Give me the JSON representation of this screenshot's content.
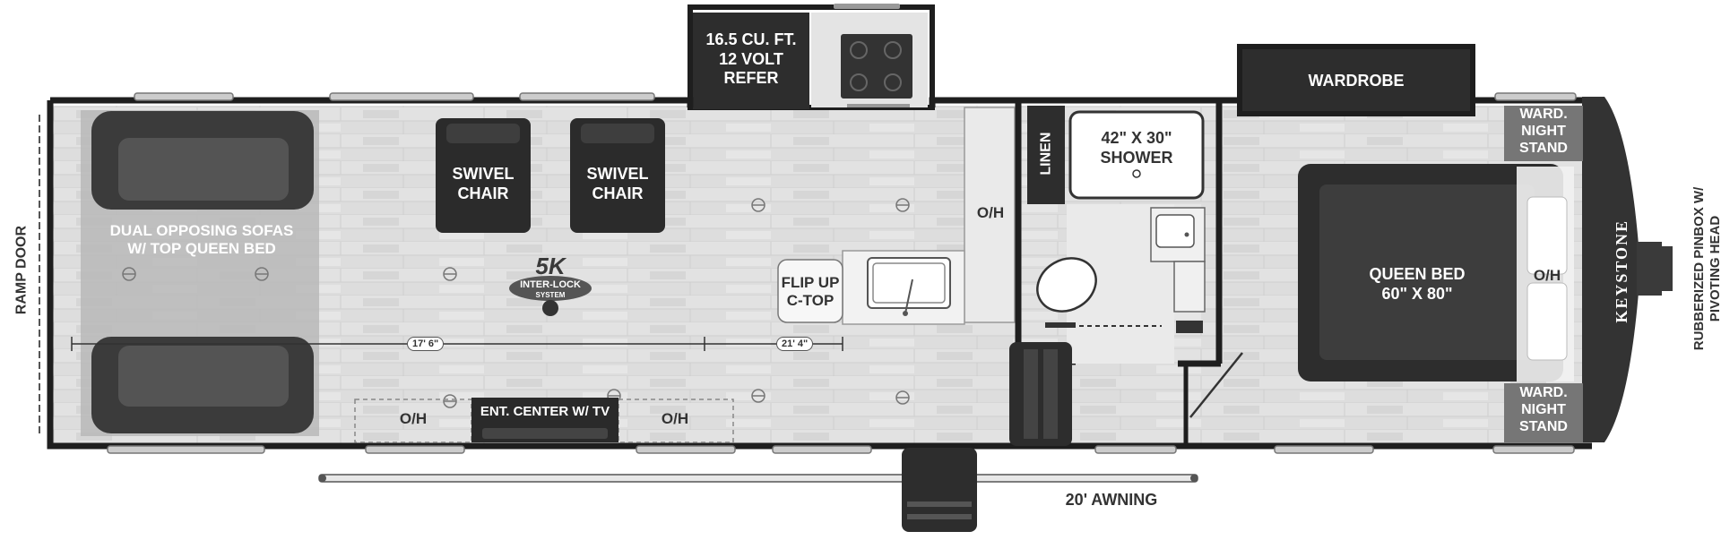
{
  "labels": {
    "refer": [
      "16.5 CU. FT.",
      "12 VOLT",
      "REFER"
    ],
    "wardrobe": "WARDROBE",
    "ward_night_stand_top": [
      "WARD.",
      "NIGHT",
      "STAND"
    ],
    "ward_night_stand_bottom": [
      "WARD.",
      "NIGHT",
      "STAND"
    ],
    "swivel_chair_1": [
      "SWIVEL",
      "CHAIR"
    ],
    "swivel_chair_2": [
      "SWIVEL",
      "CHAIR"
    ],
    "sofas": [
      "DUAL OPPOSING SOFAS",
      "W/ TOP QUEEN BED"
    ],
    "ramp_door": "RAMP DOOR",
    "oh_kitchen": "O/H",
    "oh_bedroom": "O/H",
    "oh_left": "O/H",
    "oh_right": "O/H",
    "linen": "LINEN",
    "shower": [
      "42\" X 30\"",
      "SHOWER"
    ],
    "flip_up": [
      "FLIP UP",
      "C-TOP"
    ],
    "queen_bed": [
      "QUEEN BED",
      "60\" X 80\""
    ],
    "ent_center": "ENT. CENTER W/ TV",
    "awning": "20' AWNING",
    "pinbox": [
      "RUBBERIZED PINBOX W/",
      "PIVOTING HEAD"
    ],
    "brand": "KEYSTONE",
    "logo": {
      "top": "5K",
      "middle": "INTER-LOCK",
      "bottom": "SYSTEM"
    }
  },
  "dimensions": {
    "length_1": "17' 6\"",
    "length_2": "21' 4\""
  },
  "colors": {
    "wall": "#1e1e1e",
    "floor": "#dcdcdc",
    "furniture_dark": "#2d2d2d",
    "sofa_zone": "#b9b9b9",
    "grey_mid": "#7a7a7a"
  }
}
